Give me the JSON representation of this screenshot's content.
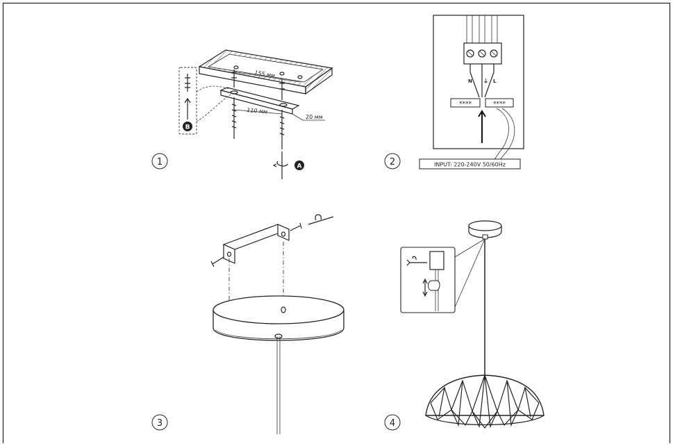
{
  "steps": {
    "s1": "1",
    "s2": "2",
    "s3": "3",
    "s4": "4"
  },
  "step1": {
    "dim_long": "155 мм",
    "dim_short": "110 мм",
    "dim_depth": "20 мм",
    "badge_a": "A",
    "badge_b": "B"
  },
  "step2": {
    "terminal_n": "N",
    "terminal_earth": "⏚",
    "terminal_l": "L",
    "input_label": "INPUT: 220-240V 50/60Hz",
    "wire_mark_left": "****",
    "wire_mark_right": "****"
  }
}
